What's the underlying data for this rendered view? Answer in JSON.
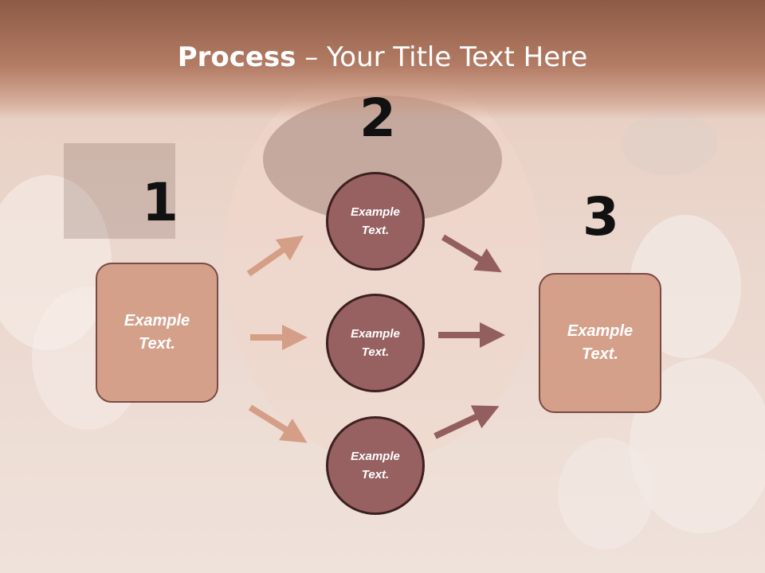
{
  "slide": {
    "title_bold": "Process",
    "title_rest": " – Your Title Text Here"
  },
  "diagram": {
    "step_numbers": [
      "1",
      "2",
      "3"
    ],
    "left_box": {
      "text": "Example Text."
    },
    "circles": [
      {
        "text": "Example Text."
      },
      {
        "text": "Example Text."
      },
      {
        "text": "Example Text."
      }
    ],
    "right_box": {
      "text": "Example Text."
    }
  },
  "colors": {
    "title_band": "#a06a54",
    "box_fill": "#d5a08a",
    "circle_fill": "#976162",
    "arrow_light": "#d59e86",
    "arrow_dark": "#935e5e"
  }
}
